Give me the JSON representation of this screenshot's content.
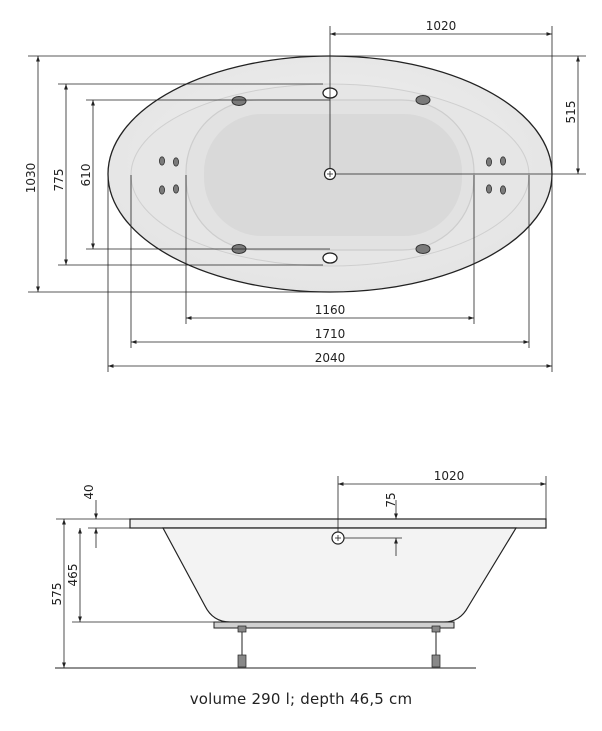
{
  "top_view": {
    "dimensions": {
      "half_length": "1020",
      "half_width": "515",
      "overall_width": "1030",
      "rim_width": "775",
      "basin_width": "610",
      "basin_length": "1160",
      "rim_length": "1710",
      "overall_length": "2040"
    }
  },
  "side_view": {
    "dimensions": {
      "rim_thickness": "40",
      "drain_offset": "75",
      "half_length": "1020",
      "inner_depth": "465",
      "total_height": "575"
    }
  },
  "caption": "volume 290 l; depth 46,5 cm",
  "colors": {
    "line": "#222222",
    "shell": "#e9e9e9",
    "basin": "#dcdcdc",
    "jet": "#7a7a7a"
  }
}
